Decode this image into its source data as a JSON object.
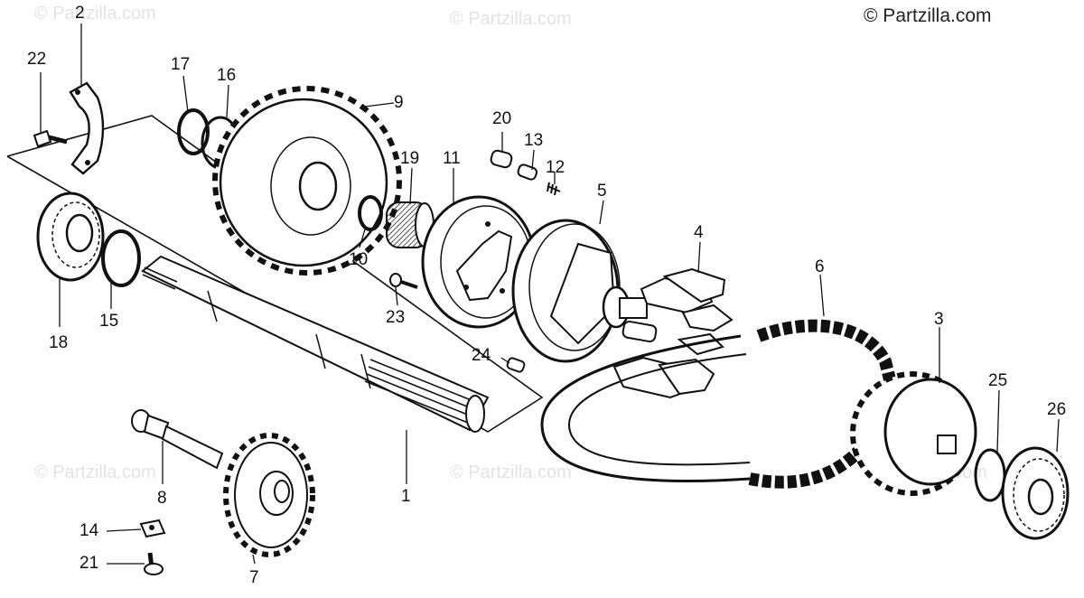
{
  "copyright": "© Partzilla.com",
  "watermarks": [
    "© Partzilla.com",
    "© Partzilla.com",
    "© Partzilla.com",
    "© Partzilla.com",
    "© Partzilla.com"
  ],
  "callouts": {
    "p1": "1",
    "p2": "2",
    "p3": "3",
    "p4": "4",
    "p5": "5",
    "p6": "6",
    "p7": "7",
    "p8": "8",
    "p9": "9",
    "p10": "10",
    "p11": "11",
    "p12": "12",
    "p13": "13",
    "p14": "14",
    "p15": "15",
    "p16": "16",
    "p17": "17",
    "p18": "18",
    "p19": "19",
    "p20": "20",
    "p21": "21",
    "p22": "22",
    "p23": "23",
    "p24": "24",
    "p25": "25",
    "p26": "26"
  },
  "colors": {
    "ink": "#111111",
    "watermark": "#e3e3e3",
    "background": "#ffffff"
  }
}
